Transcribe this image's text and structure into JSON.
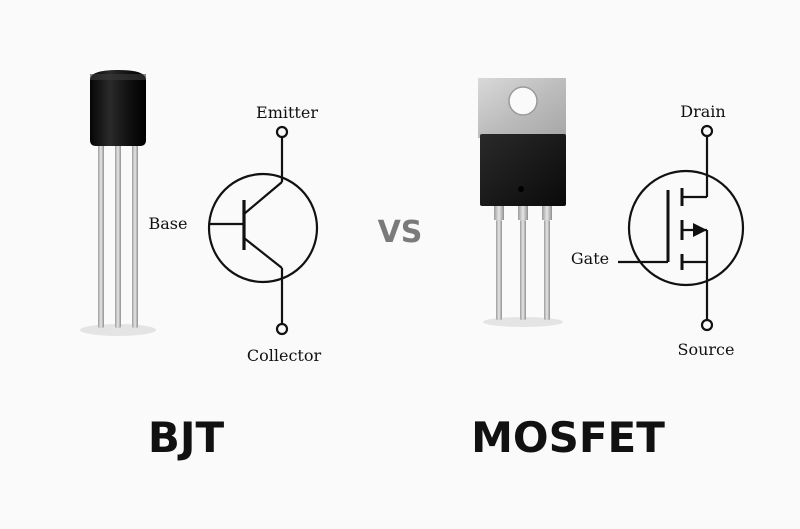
{
  "bjt": {
    "title": "BJT",
    "labels": {
      "emitter": "Emitter",
      "base": "Base",
      "collector": "Collector"
    }
  },
  "mosfet": {
    "title": "MOSFET",
    "labels": {
      "drain": "Drain",
      "gate": "Gate",
      "source": "Source"
    }
  },
  "versus": "VS",
  "colors": {
    "background": "#fafafa",
    "ink": "#111111",
    "vs": "#7a7a7a",
    "metal": "#b9b9b9",
    "package": "#1a1a1a"
  }
}
